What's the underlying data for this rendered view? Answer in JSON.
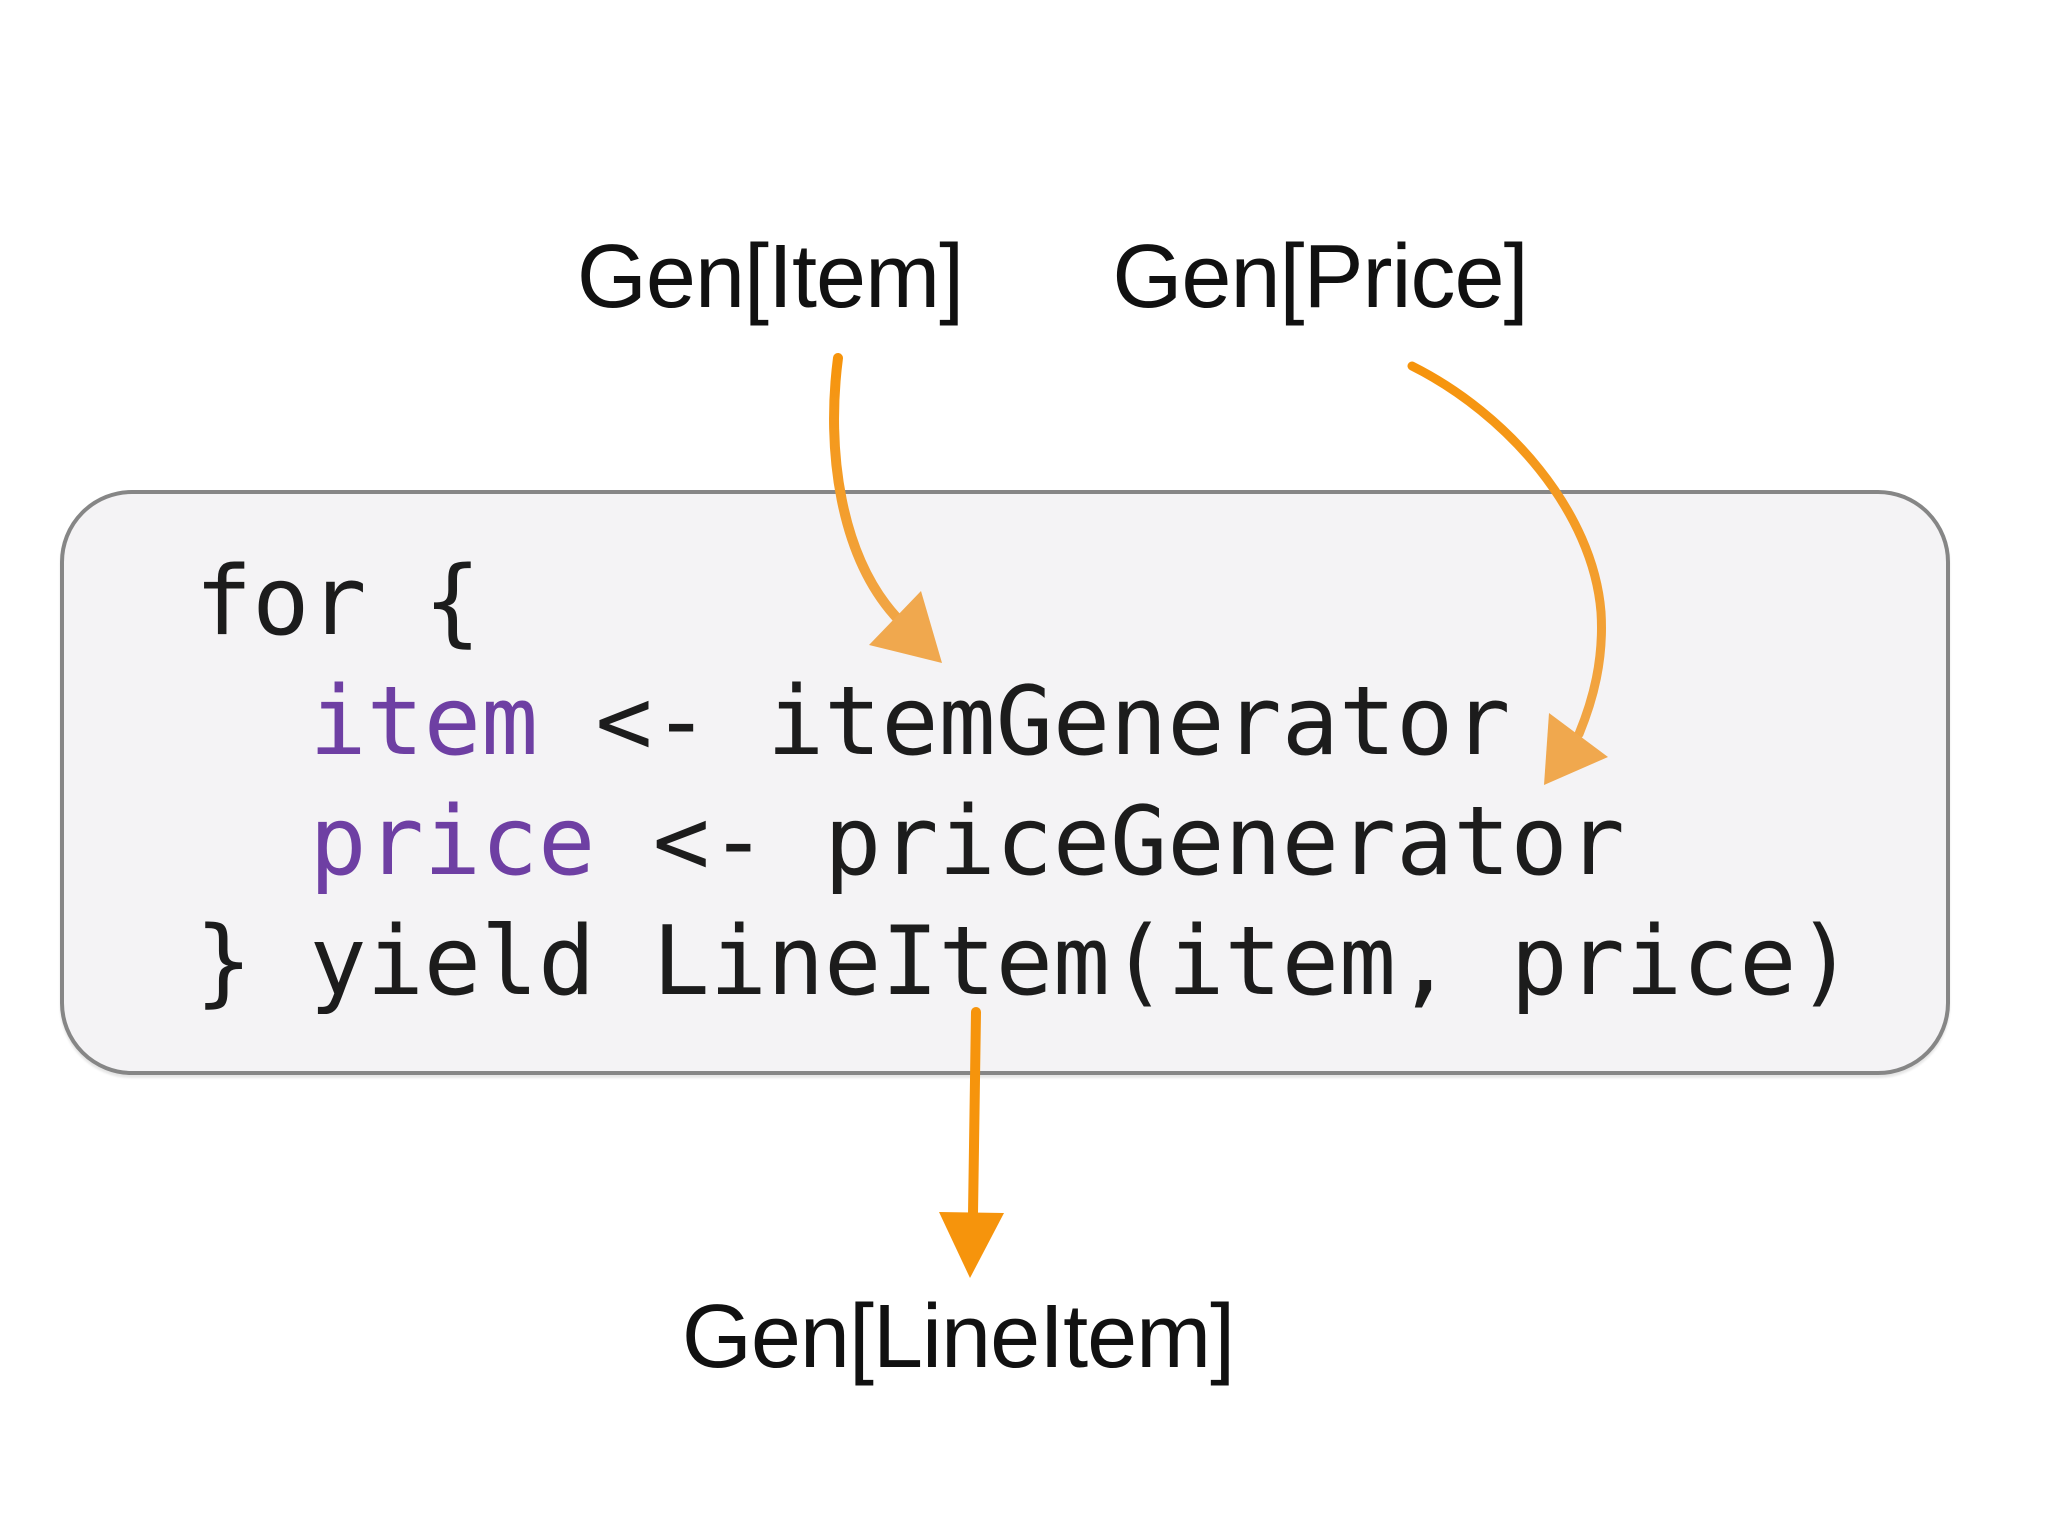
{
  "labels": {
    "gen_item": "Gen[Item]",
    "gen_price": "Gen[Price]",
    "gen_line_item": "Gen[LineItem]"
  },
  "code": {
    "line1": "for {",
    "line2_indent": "  ",
    "line2_var": "item",
    "line2_rest": " <- itemGenerator",
    "line3_indent": "  ",
    "line3_var": "price",
    "line3_rest": " <- priceGenerator",
    "line4": "} yield LineItem(item, price)"
  },
  "arrows": {
    "item_arrow": "gen-item-to-item-generator-arrow",
    "price_arrow": "gen-price-to-price-generator-arrow",
    "result_arrow": "code-box-to-gen-line-item-arrow"
  },
  "colors": {
    "accent_orange": "#F6940C",
    "accent_orange_light": "#F0A84E",
    "variable_purple": "#6E3FA3",
    "code_text": "#1C1C1C",
    "label_text": "#111111",
    "box_fill": "#F4F3F5",
    "box_border": "#868686",
    "background": "#FFFFFF"
  }
}
